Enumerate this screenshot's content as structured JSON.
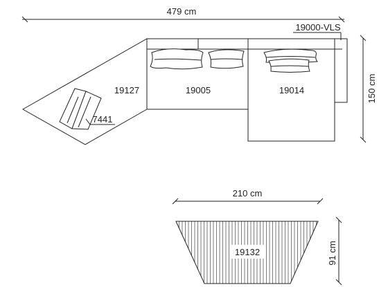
{
  "dimensions": {
    "total_width": "479 cm",
    "sofa_depth": "150 cm",
    "table_width": "210 cm",
    "table_depth": "91 cm"
  },
  "modules": {
    "corner": "19127",
    "center": "19005",
    "chaise": "19014",
    "end_unit": "19000-VLS",
    "armchair": "7441",
    "table": "19132"
  }
}
